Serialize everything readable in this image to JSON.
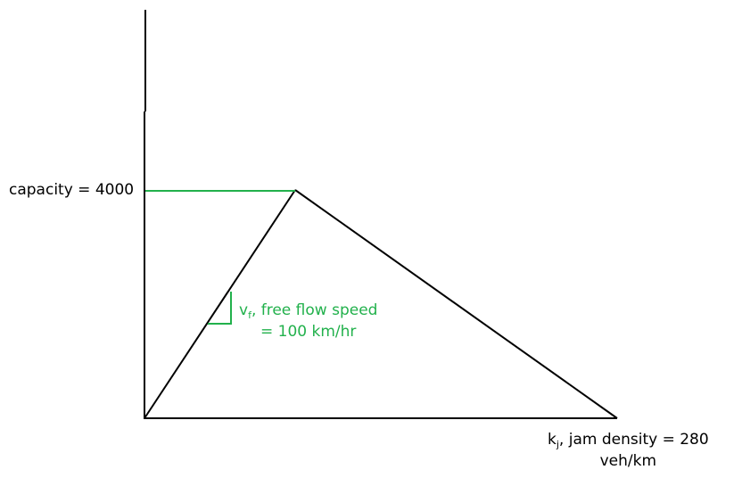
{
  "diagram": {
    "capacity_label": "capacity = 4000",
    "vf_label": {
      "symbol": "v",
      "subscript": "f",
      "line1_rest": ", free flow speed",
      "line2": "= 100 km/hr"
    },
    "kj_label": {
      "symbol": "k",
      "subscript": "j",
      "line1_rest": ", jam density = 280",
      "line2": "veh/km"
    },
    "colors": {
      "axis": "#000000",
      "curve": "#000000",
      "annotation": "#22b14c"
    }
  }
}
